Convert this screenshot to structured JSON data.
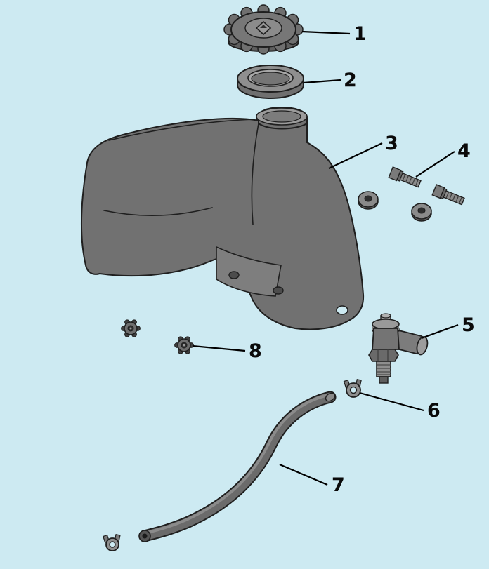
{
  "colors": {
    "background": "#cdeaf2",
    "outline": "#1f1f1f",
    "part_gray": "#717171",
    "part_light": "#9b9b9b",
    "part_dark": "#4c4c4c",
    "callout_text": "#0a0a0a"
  },
  "callouts": [
    {
      "number": "1",
      "part": "tank-cap"
    },
    {
      "number": "2",
      "part": "filler-neck-ring"
    },
    {
      "number": "3",
      "part": "tank-body"
    },
    {
      "number": "4",
      "part": "mounting-bolts-washers"
    },
    {
      "number": "5",
      "part": "outlet-valve"
    },
    {
      "number": "6",
      "part": "hose-clamp"
    },
    {
      "number": "7",
      "part": "hose"
    },
    {
      "number": "8",
      "part": "retaining-clip"
    }
  ]
}
